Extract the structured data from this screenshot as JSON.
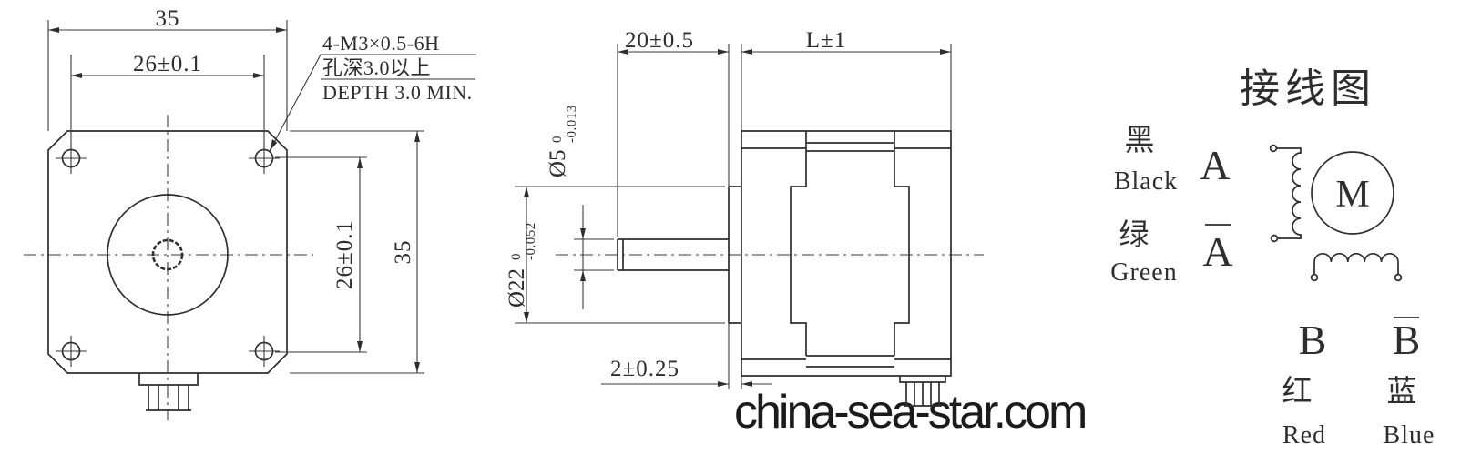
{
  "front_view": {
    "dim_outer_width": "35",
    "dim_hole_spacing_h": "26±0.1",
    "dim_hole_spacing_v": "26±0.1",
    "dim_outer_height": "35",
    "tap_note_line1": "4-M3×0.5-6H",
    "tap_note_line2": "孔深3.0以上",
    "tap_note_line3": "DEPTH 3.0 MIN."
  },
  "side_view": {
    "dim_shaft_length": "20±0.5",
    "dim_body_length": "L±1",
    "dim_pilot_height": "2±0.25",
    "shaft_dia": {
      "nominal": "Ø5",
      "upper_tol": "0",
      "lower_tol": "-0.013"
    },
    "pilot_dia": {
      "nominal": "Ø22",
      "upper_tol": "0",
      "lower_tol": "-0.052"
    }
  },
  "wiring_diagram": {
    "title": "接线图",
    "motor_symbol": "M",
    "lead_a": {
      "color_cn": "黑",
      "color_en": "Black",
      "phase": "A"
    },
    "lead_a_bar": {
      "color_cn": "绿",
      "color_en": "Green",
      "phase": "A"
    },
    "lead_b": {
      "phase": "B",
      "color_cn": "红",
      "color_en": "Red"
    },
    "lead_b_bar": {
      "phase": "B",
      "color_cn": "蓝",
      "color_en": "Blue"
    }
  },
  "watermark": "china-sea-star.com",
  "colors": {
    "line": "#2e2e2e",
    "watermark": "#1b1b1b",
    "background": "#ffffff"
  }
}
